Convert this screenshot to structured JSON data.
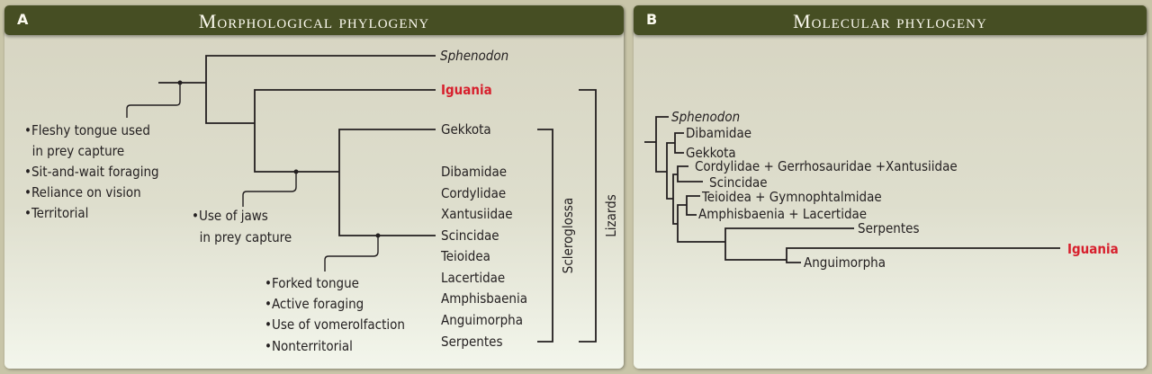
{
  "panels": {
    "a": {
      "letter": "A",
      "title": "Morphological phylogeny",
      "taxa": {
        "sphenodon": "Sphenodon",
        "iguania": "Iguania",
        "gekkota": "Gekkota",
        "dibamidae": "Dibamidae",
        "cordylidae": "Cordylidae",
        "xantusiidae": "Xantusiidae",
        "scincidae": "Scincidae",
        "teioidea": "Teioidea",
        "lacertidae": "Lacertidae",
        "amphisbaenia": "Amphisbaenia",
        "anguimorpha": "Anguimorpha",
        "serpentes": "Serpentes"
      },
      "brackets": {
        "scleroglossa": "Scleroglossa",
        "lizards": "Lizards"
      },
      "annotations": {
        "root": [
          "•Fleshy tongue used",
          "  in prey capture",
          "•Sit-and-wait foraging",
          "•Reliance on vision",
          "•Territorial"
        ],
        "jaws": [
          "•Use of jaws",
          "  in prey capture"
        ],
        "scleroglossa": [
          "•Forked tongue",
          "•Active foraging",
          "•Use of vomerolfaction",
          "•Nonterritorial"
        ]
      }
    },
    "b": {
      "letter": "B",
      "title": "Molecular phylogeny",
      "taxa": {
        "sphenodon": "Sphenodon",
        "dibamidae": "Dibamidae",
        "gekkota": "Gekkota",
        "cordylidae": "Cordylidae + Gerrhosauridae +Xantusiidae",
        "scincidae": "Scincidae",
        "teioidea": "Teioidea + Gymnophtalmidae",
        "amphisbaenia": "Amphisbaenia + Lacertidae",
        "serpentes": "Serpentes",
        "iguania": "Iguania",
        "anguimorpha": "Anguimorpha"
      }
    }
  },
  "colors": {
    "header_bg": "#464e23",
    "highlight": "#d71f2c",
    "line": "#231f20"
  }
}
